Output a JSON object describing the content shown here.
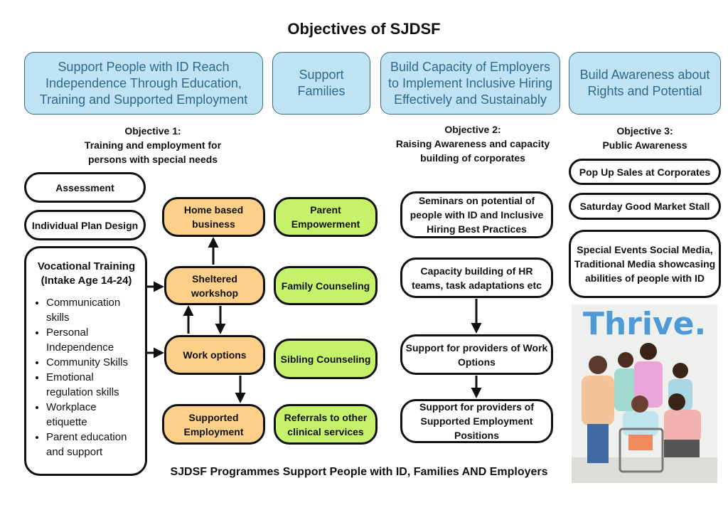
{
  "title": "Objectives of SJDSF",
  "goals": [
    "Support People with ID Reach Independence Through Education, Training and Supported Employment",
    "Support Families",
    "Build Capacity of Employers to Implement Inclusive Hiring Effectively and Sustainably",
    "Build Awareness about Rights and Potential"
  ],
  "objectives": [
    {
      "heading": "Objective 1:",
      "text": "Training and employment for persons with special needs"
    },
    {
      "heading": "Objective 2:",
      "text": "Raising Awareness and capacity building  of corporates"
    },
    {
      "heading": "Objective 3:",
      "text": "Public Awareness"
    }
  ],
  "col1": {
    "assessment": "Assessment",
    "plan": "Individual Plan Design",
    "vocational_title": "Vocational Training (Intake Age 14-24)",
    "vocational_items": [
      "Communication skills",
      "Personal Independence",
      "Community Skills",
      "Emotional regulation skills",
      "Workplace etiquette",
      "Parent education and support"
    ]
  },
  "employment": [
    "Home based business",
    "Sheltered workshop",
    "Work options",
    "Supported Employment"
  ],
  "families": [
    "Parent Empowerment",
    "Family Counseling",
    "Sibling Counseling",
    "Referrals to other clinical services"
  ],
  "employers": [
    "Seminars on potential of people with ID and Inclusive Hiring Best Practices",
    "Capacity building of HR teams, task adaptations etc",
    "Support for providers of Work Options",
    "Support for providers of Supported Employment Positions"
  ],
  "awareness": [
    "Pop Up Sales at Corporates",
    "Saturday Good Market Stall",
    "Special Events Social Media, Traditional Media showcasing abilities of people with ID"
  ],
  "photo": {
    "caption": "Thrive."
  },
  "footer": "SJDSF Programmes Support People with ID, Families AND Employers",
  "colors": {
    "goal_fill": "#bfe3f2",
    "goal_text": "#2f6a8a",
    "employment_fill": "#fdd08a",
    "family_fill": "#c5f26a",
    "thrive": "#4e9ad6"
  }
}
